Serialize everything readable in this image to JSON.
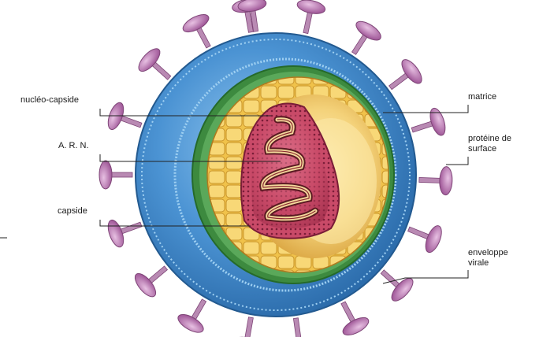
{
  "labels": {
    "nucleocapside": "nucléo-capside",
    "arn": "A. R. N.",
    "capside": "capside",
    "matrice": "matrice",
    "proteine_line1": "protéine de",
    "proteine_line2": "surface",
    "enveloppe_line1": "enveloppe",
    "enveloppe_line2": "virale"
  },
  "colors": {
    "envelope_blue": "#3f86c9",
    "envelope_light": "#7ab6e6",
    "matrix_green": "#3d8a3f",
    "capsid_yellow": "#f1c64a",
    "capsid_dark": "#c9942a",
    "nucleocapsid_red": "#b8334f",
    "spike_purple": "#b06aa8",
    "leader_line": "#222222"
  },
  "icons": {
    "spike": "surface-protein-spike-icon",
    "rna": "rna-coil-icon"
  }
}
